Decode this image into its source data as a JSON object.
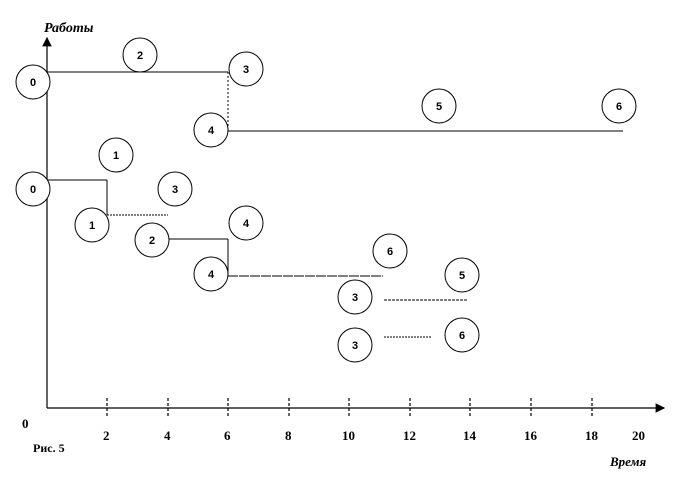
{
  "axis": {
    "y_label": "Работы",
    "x_label": "Время",
    "origin_label": "0",
    "x_ticks": [
      "2",
      "4",
      "6",
      "8",
      "10",
      "12",
      "14",
      "16",
      "18",
      "20"
    ]
  },
  "caption": "Рис. 5",
  "nodes": [
    "0",
    "2",
    "3",
    "4",
    "5",
    "6",
    "1",
    "0",
    "3",
    "1",
    "2",
    "4",
    "4",
    "6",
    "3",
    "5",
    "3",
    "6"
  ]
}
